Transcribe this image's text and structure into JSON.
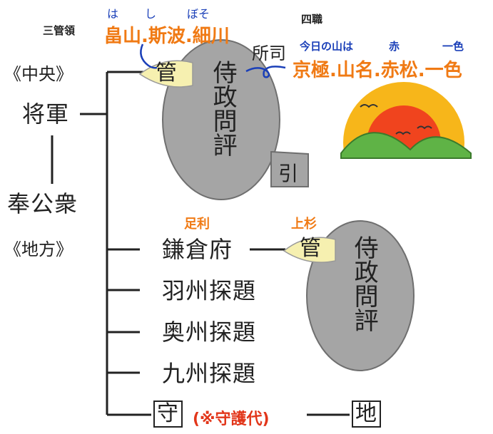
{
  "labels": {
    "chuo": "《中央》",
    "shogun": "将軍",
    "hokoshu": "奉公衆",
    "chiho": "《地方》",
    "sankanrei": "三管領",
    "shishiki": "四職",
    "shoshi": "所司",
    "kan_center": "管",
    "hiki": "引",
    "samurai_dokoro": "侍政問評",
    "kamakurafu": "鎌倉府",
    "kan_kamakura": "管",
    "samurai_dokoro_2": "侍政問評",
    "uushu": "羽州探題",
    "oushu": "奥州探題",
    "kyushu": "九州探題",
    "shugo": "守",
    "jito": "地"
  },
  "annotations": {
    "kanrei_families": "畠山.斯波.細川",
    "kanrei_reading_ha": "は",
    "kanrei_reading_shi": "し",
    "kanrei_reading_boso": "ぼそ",
    "shishiki_families": "京極.山名.赤松.一色",
    "shishiki_hint_1": "今日の山は",
    "shishiki_hint_2": "赤",
    "shishiki_hint_3": "一色",
    "kamakura_ashikaga": "足利",
    "uesugi": "上杉",
    "shugodai": "(※守護代)"
  },
  "colors": {
    "ink": "#222222",
    "blob": "#a5a5a5",
    "blob_stroke": "#6f6f6f",
    "kan_fill": "#f6f0b0",
    "orange": "#f07a14",
    "blue": "#1a3fb8",
    "sun_outer": "#f7b61a",
    "sun_inner": "#f0441e",
    "mountain": "#5fb346"
  }
}
